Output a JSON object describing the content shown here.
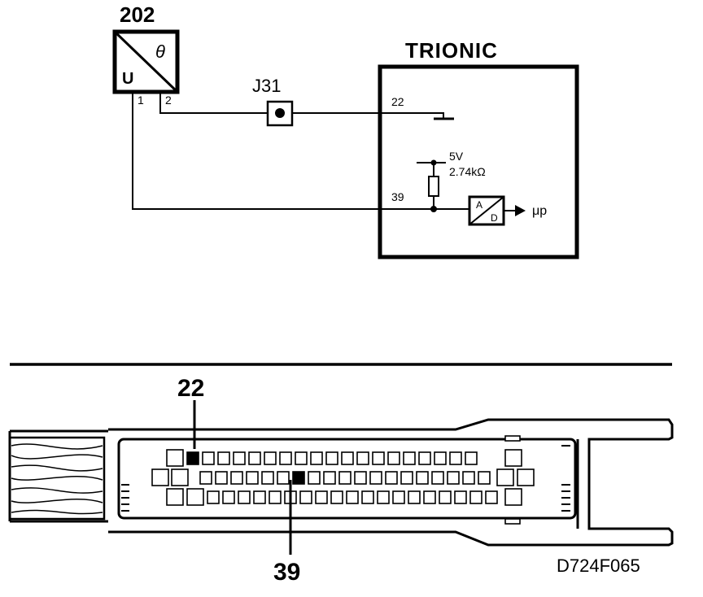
{
  "sensor": {
    "id": "202",
    "symbol_theta": "θ",
    "symbol_u": "U",
    "pin1": "1",
    "pin2": "2"
  },
  "junction": {
    "id": "J31"
  },
  "ecu": {
    "title": "TRIONIC",
    "pin22": "22",
    "pin39": "39",
    "supply_voltage": "5V",
    "pullup_resistance": "2.74kΩ",
    "adc_a": "A",
    "adc_d": "D",
    "processor": "μp"
  },
  "connector": {
    "callout_top": "22",
    "callout_bottom": "39"
  },
  "figure_code": "D724F065",
  "colors": {
    "ink": "#000000",
    "paper": "#ffffff"
  }
}
